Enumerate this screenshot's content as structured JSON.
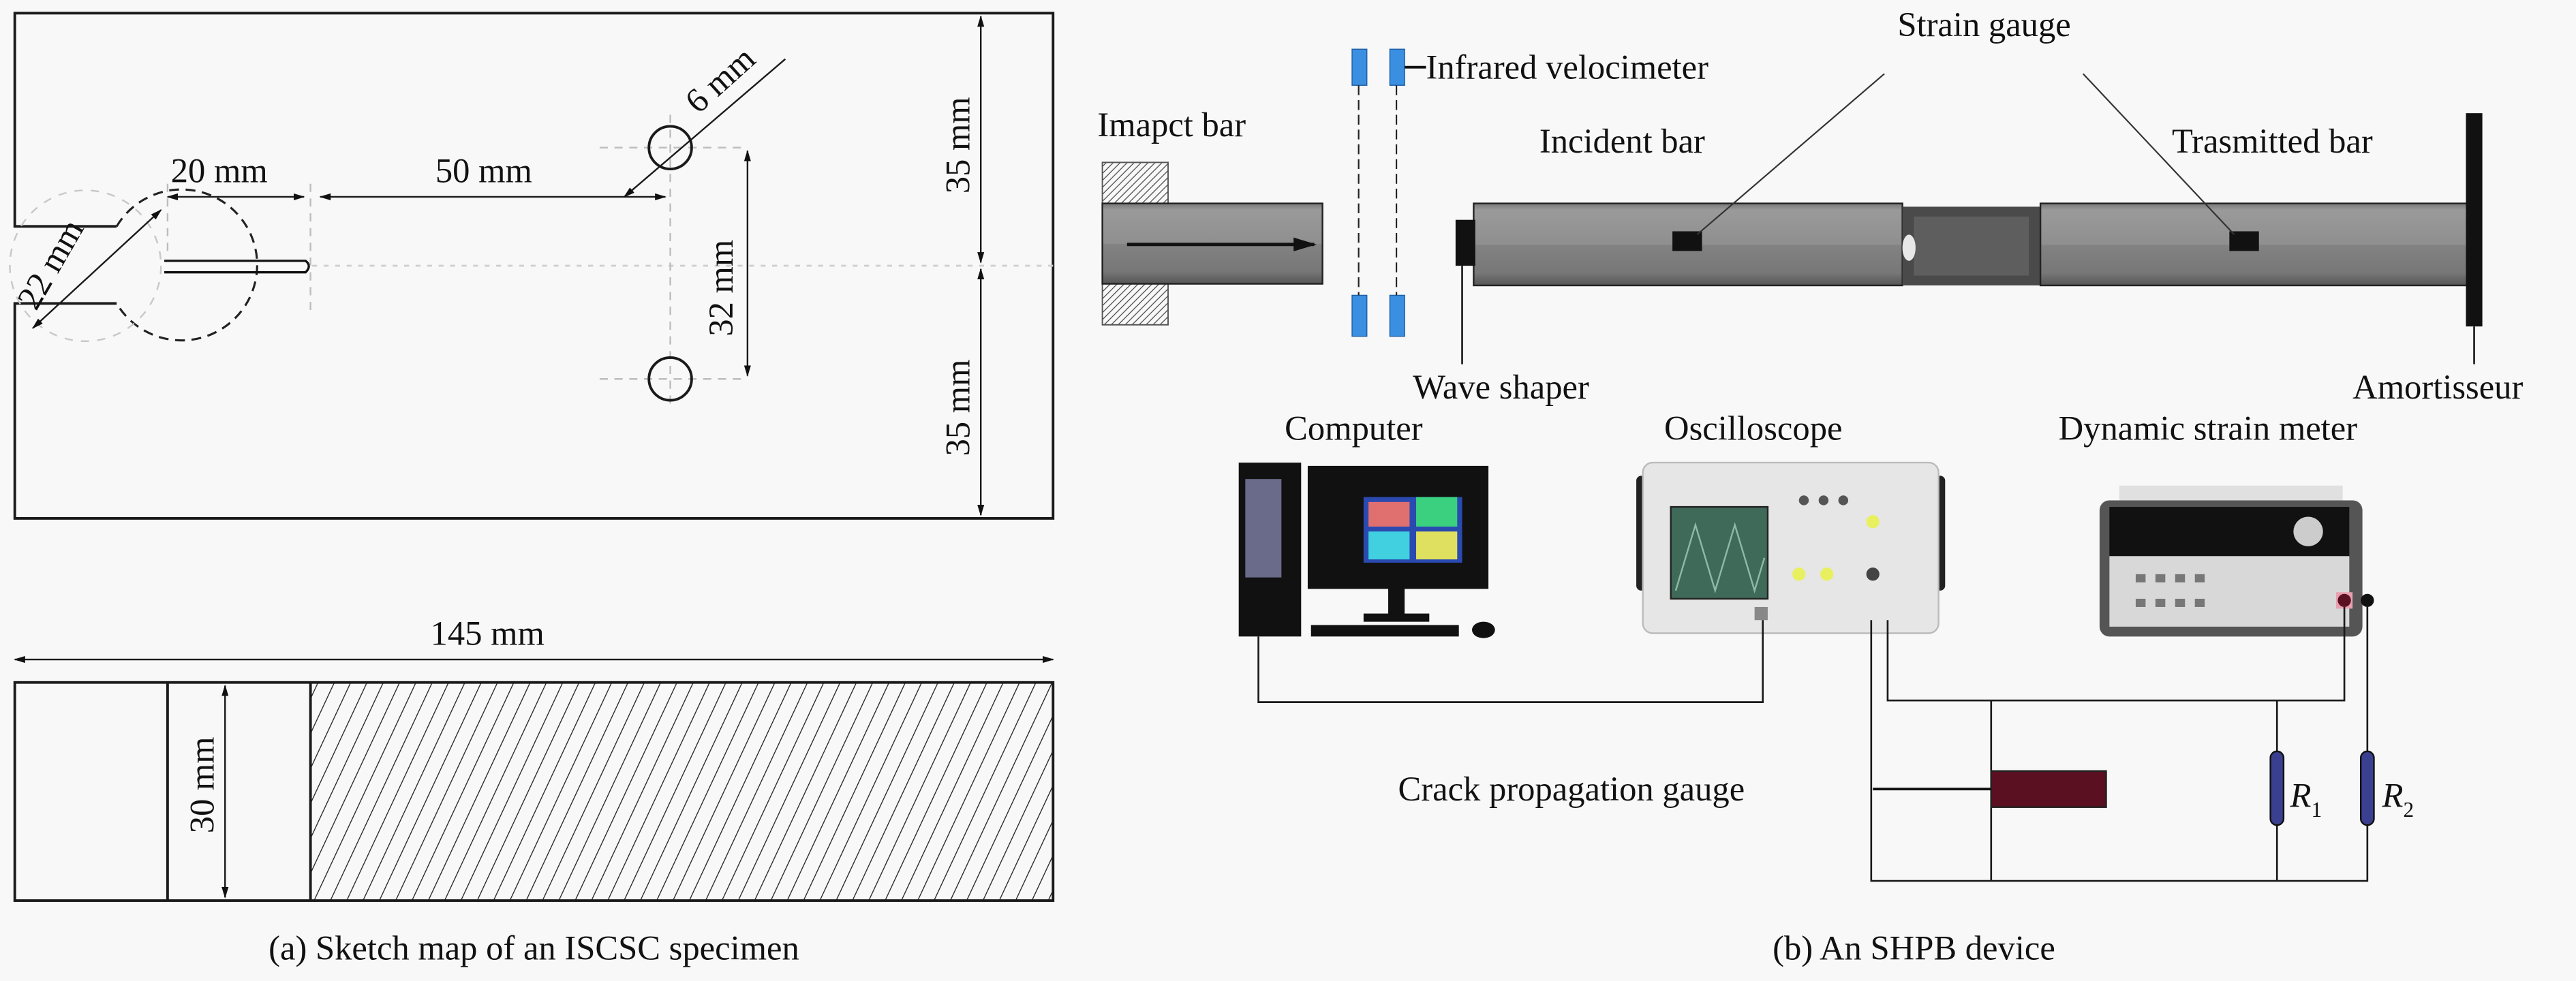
{
  "figure": {
    "panel_a": {
      "caption": "(a) Sketch map of an ISCSC specimen",
      "dimensions": {
        "notch_diameter": "22 mm",
        "crack_length": "20 mm",
        "crack_to_holes": "50 mm",
        "hole_diameter": "6 mm",
        "hole_spacing": "32 mm",
        "half_height_top": "35 mm",
        "half_height_bottom": "35 mm",
        "total_length": "145 mm",
        "thickness": "30 mm"
      }
    },
    "panel_b": {
      "caption": "(b) An SHPB device",
      "labels": {
        "impact_bar": "Imapct bar",
        "infrared_velocimeter": "Infrared velocimeter",
        "strain_gauge": "Strain gauge",
        "incident_bar": "Incident bar",
        "transmitted_bar": "Trasmitted bar",
        "wave_shaper": "Wave shaper",
        "amortisseur": "Amortisseur",
        "computer": "Computer",
        "oscilloscope": "Oscilloscope",
        "dynamic_strain_meter": "Dynamic strain meter",
        "crack_propagation_gauge": "Crack propagation gauge",
        "r1": "R",
        "r1_sub": "1",
        "r2": "R",
        "r2_sub": "2"
      },
      "colors": {
        "bar_gray": "#8a8a8a",
        "velocimeter_blue": "#3a8fe0",
        "resistor_blue": "#3a3f8f",
        "gauge_red": "#5a1020"
      }
    }
  }
}
